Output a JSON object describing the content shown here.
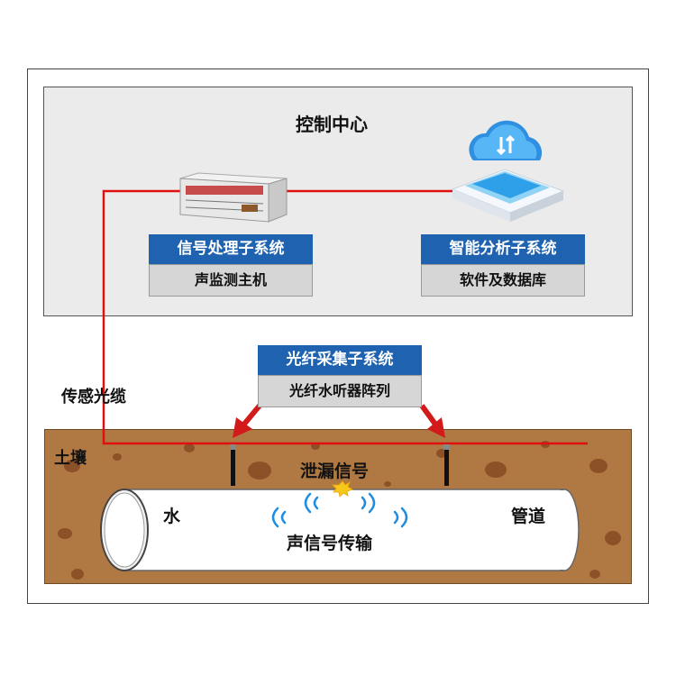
{
  "control_center": {
    "title": "控制中心"
  },
  "signal_system": {
    "title": "信号处理子系统",
    "subtitle": "声监测主机"
  },
  "smart_system": {
    "title": "智能分析子系统",
    "subtitle": "软件及数据库"
  },
  "fiber_system": {
    "title": "光纤采集子系统",
    "subtitle": "光纤水听器阵列"
  },
  "labels": {
    "sensing_cable": "传感光缆",
    "soil": "土壤",
    "leak_signal": "泄漏信号",
    "water": "水",
    "pipe": "管道",
    "sound_transmission": "声信号传输"
  },
  "colors": {
    "accent": "#1f63b0",
    "cable": "#e01010",
    "soil": "#b07944"
  }
}
